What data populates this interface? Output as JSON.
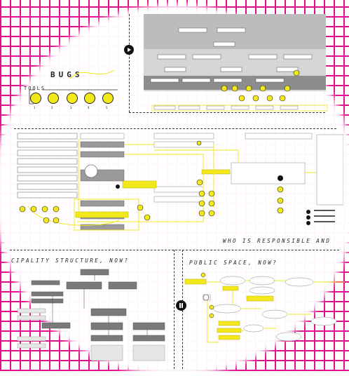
{
  "bugs": {
    "title": "BUGS",
    "tools_label": "TOOLS",
    "tools": [
      {
        "num": "1",
        "icon": "bug-tool-1-icon"
      },
      {
        "num": "2",
        "icon": "bug-tool-2-icon"
      },
      {
        "num": "3",
        "icon": "bug-tool-3-icon"
      },
      {
        "num": "4",
        "icon": "bug-tool-4-icon"
      },
      {
        "num": "5",
        "icon": "bug-tool-5-icon"
      }
    ]
  },
  "sections": {
    "responsible": "WHO IS RESPONSIBLE AND",
    "municipality": "CIPALITY STRUCTURE, NOW?",
    "public_space": "PUBLIC SPACE, NOW?"
  },
  "colors": {
    "grid": "#e2008b",
    "highlight": "#f2e81c",
    "dark": "#222222"
  }
}
